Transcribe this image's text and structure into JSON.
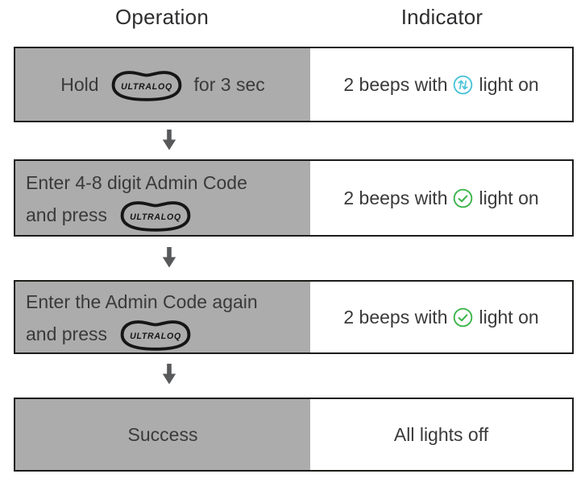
{
  "header": {
    "operation_label": "Operation",
    "indicator_label": "Indicator"
  },
  "logo_text": "ULTRALOQ",
  "colors": {
    "cell_gray": "#acacac",
    "row_border": "#1c1c1a",
    "text": "#3a3a3c",
    "arrow_gray": "#58595b",
    "updown_icon_cyan": "#4bc3d9",
    "check_icon_green": "#3bb54a"
  },
  "steps": [
    {
      "operation": {
        "text_before_logo": "Hold",
        "text_after_logo": "for 3 sec"
      },
      "indicator": {
        "text_before_icon": "2 beeps with",
        "text_after_icon": "light on",
        "icon": "up-down-arrows-circle-icon"
      }
    },
    {
      "operation": {
        "line1": "Enter 4-8 digit Admin Code",
        "line2_before_logo": "and press"
      },
      "indicator": {
        "text_before_icon": "2 beeps with",
        "text_after_icon": "light on",
        "icon": "check-circle-icon"
      }
    },
    {
      "operation": {
        "line1": "Enter the Admin Code again",
        "line2_before_logo": "and press"
      },
      "indicator": {
        "text_before_icon": "2 beeps with",
        "text_after_icon": "light on",
        "icon": "check-circle-icon"
      }
    },
    {
      "operation": {
        "text": "Success"
      },
      "indicator": {
        "text": "All lights off"
      }
    }
  ]
}
